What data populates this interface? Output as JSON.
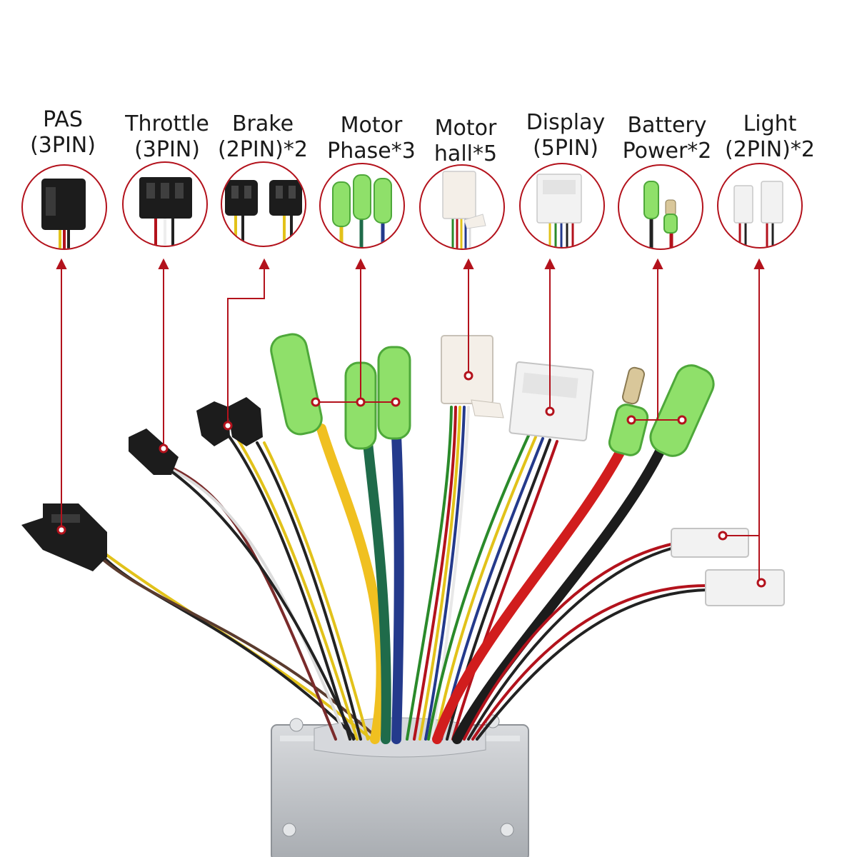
{
  "connectors": [
    {
      "line1": "PAS",
      "line2": "(3PIN)"
    },
    {
      "line1": "Throttle",
      "line2": "(3PIN)"
    },
    {
      "line1": "Brake",
      "line2": "(2PIN)*2"
    },
    {
      "line1": "Motor",
      "line2": "Phase*3"
    },
    {
      "line1": "Motor",
      "line2": "hall*5"
    },
    {
      "line1": "Display",
      "line2": "(5PIN)"
    },
    {
      "line1": "Battery",
      "line2": "Power*2"
    },
    {
      "line1": "Light",
      "line2": "(2PIN)*2"
    }
  ],
  "colors": {
    "leader": "#b3121c",
    "controller": "#c9ccd0",
    "connector_black": "#1c1c1c",
    "connector_white": "#f2f2f2",
    "connector_green": "#7ed957"
  }
}
